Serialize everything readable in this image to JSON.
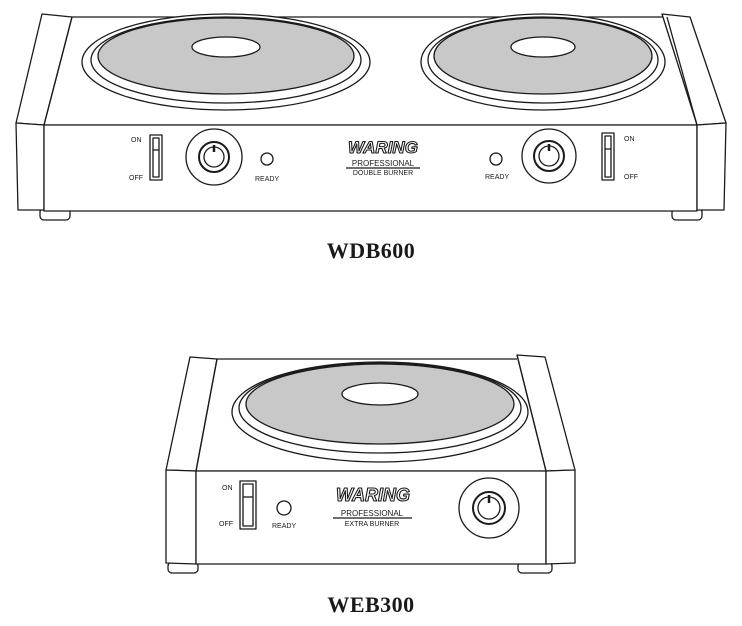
{
  "products": [
    {
      "model": "WDB600",
      "brand": "WARING",
      "line1": "PROFESSIONAL",
      "line2": "DOUBLE BURNER",
      "switches": [
        {
          "on_label": "ON",
          "off_label": "OFF"
        },
        {
          "on_label": "ON",
          "off_label": "OFF"
        }
      ],
      "ready_labels": [
        "READY",
        "READY"
      ]
    },
    {
      "model": "WEB300",
      "brand": "WARING",
      "line1": "PROFESSIONAL",
      "line2": "EXTRA BURNER",
      "switches": [
        {
          "on_label": "ON",
          "off_label": "OFF"
        }
      ],
      "ready_labels": [
        "READY"
      ]
    }
  ],
  "colors": {
    "outline": "#1a1a1a",
    "burner_plate": "#c8c8c8",
    "body": "#ffffff"
  }
}
